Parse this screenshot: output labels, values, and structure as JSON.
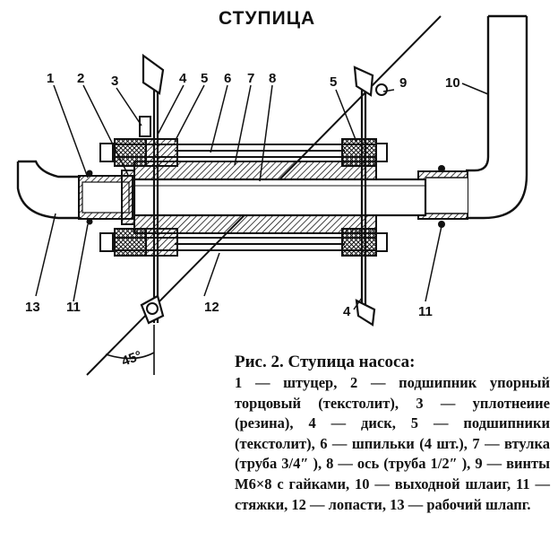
{
  "diagram": {
    "title": "СТУПИЦА",
    "labels": {
      "l1": "1",
      "l2": "2",
      "l3": "3",
      "l4_top": "4",
      "l5_left": "5",
      "l6": "6",
      "l7": "7",
      "l8": "8",
      "l5_right": "5",
      "l9": "9",
      "l10": "10",
      "l4_bottom": "4",
      "l11_right": "11",
      "l12": "12",
      "l11_left": "11",
      "l13": "13",
      "angle": "45°"
    }
  },
  "caption": {
    "title": "Рис. 2. Ступица насоса:",
    "body": "1 — штуцер, 2 — подшипник упорный торцовый (текстолит), 3 — уплотнеиие (резина), 4 — диск, 5 — подшипники (текстолит), 6 — шпильки (4 шт.), 7 — втулка (труба 3/4″ ), 8 — ось (труба 1/2″ ), 9 — винты М6×8 с гайками, 10 — выходной шлаиг, 11 — стяжки, 12 — лопасти, 13 — рабочий шлапг."
  }
}
